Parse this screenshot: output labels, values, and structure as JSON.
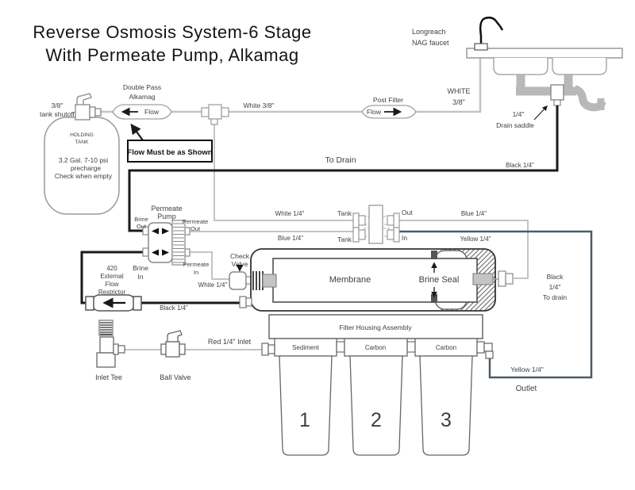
{
  "title": {
    "line1": "Reverse Osmosis System-6 Stage",
    "line2": "With Permeate Pump, Alkamag"
  },
  "faucet": {
    "name_line1": "Longreach",
    "name_line2": "NAG faucet"
  },
  "supply": {
    "tank_shutoff_line1": "3/8\"",
    "tank_shutoff_line2": "tank shutoff",
    "double_pass_line1": "Double Pass",
    "double_pass_line2": "Alkamag",
    "alkamag_flow": "Flow",
    "flow_note": "Flow Must be as Shown",
    "white38_left": "White 3/8\"",
    "white38_right_line1": "WHITE",
    "white38_right_line2": "3/8\"",
    "post_filter_label": "Post Filter",
    "post_filter_flow": "Flow"
  },
  "tank": {
    "label_line1": "HOLDING",
    "label_line2": "TANK",
    "spec_line1": "3.2 Gal. 7-10 psi",
    "spec_line2": "precharge",
    "spec_line3": "Check when empty"
  },
  "drain": {
    "to_drain": "To Drain",
    "black14": "Black 1/4\"",
    "saddle_line1": "1/4\"",
    "saddle_line2": "Drain saddle"
  },
  "pump": {
    "label_line1": "Permeate",
    "label_line2": "Pump",
    "brine_out_line1": "Brine",
    "brine_out_line2": "Out",
    "permeate_out_line1": "Permeate",
    "permeate_out_line2": "Out",
    "brine_in_line1": "Brine",
    "brine_in_line2": "In",
    "permeate_in_line1": "Permeate",
    "permeate_in_line2": "In"
  },
  "manifold": {
    "tank_top": "Tank",
    "tank_bottom": "Tank",
    "out_label": "Out",
    "in_label": "In",
    "white14": "White 1/4\"",
    "blue14_left": "Blue 1/4\"",
    "blue14_right": "Blue 1/4\"",
    "yellow14_right": "Yellow 1/4\""
  },
  "membrane": {
    "label": "Membrane",
    "brine_seal": "Brine Seal",
    "check_valve_line1": "Check",
    "check_valve_line2": "Valve",
    "white14": "White 1/4\"",
    "restrictor_line1": "420",
    "restrictor_line2": "External",
    "restrictor_line3": "Flow",
    "restrictor_line4": "Restrictor",
    "black14": "Black 1/4\"",
    "to_drain_line1": "Black",
    "to_drain_line2": "1/4\"",
    "to_drain_line3": "To drain"
  },
  "filters": {
    "header": "Filter Housing Assembly",
    "cap1": "Sediment",
    "cap2": "Carbon",
    "cap3": "Carbon",
    "num1": "1",
    "num2": "2",
    "num3": "3",
    "inlet_label": "Red 1/4\" Inlet",
    "inlet_tee": "Inlet Tee",
    "ball_valve": "Ball Valve",
    "yellow14": "Yellow 1/4\"",
    "outlet": "Outlet"
  },
  "colors": {
    "tube_light": "#c4c4c4",
    "tube_dark": "#4e5a64",
    "line_black": "#1a1a1a",
    "pipe_gray": "#b8b8b8"
  }
}
